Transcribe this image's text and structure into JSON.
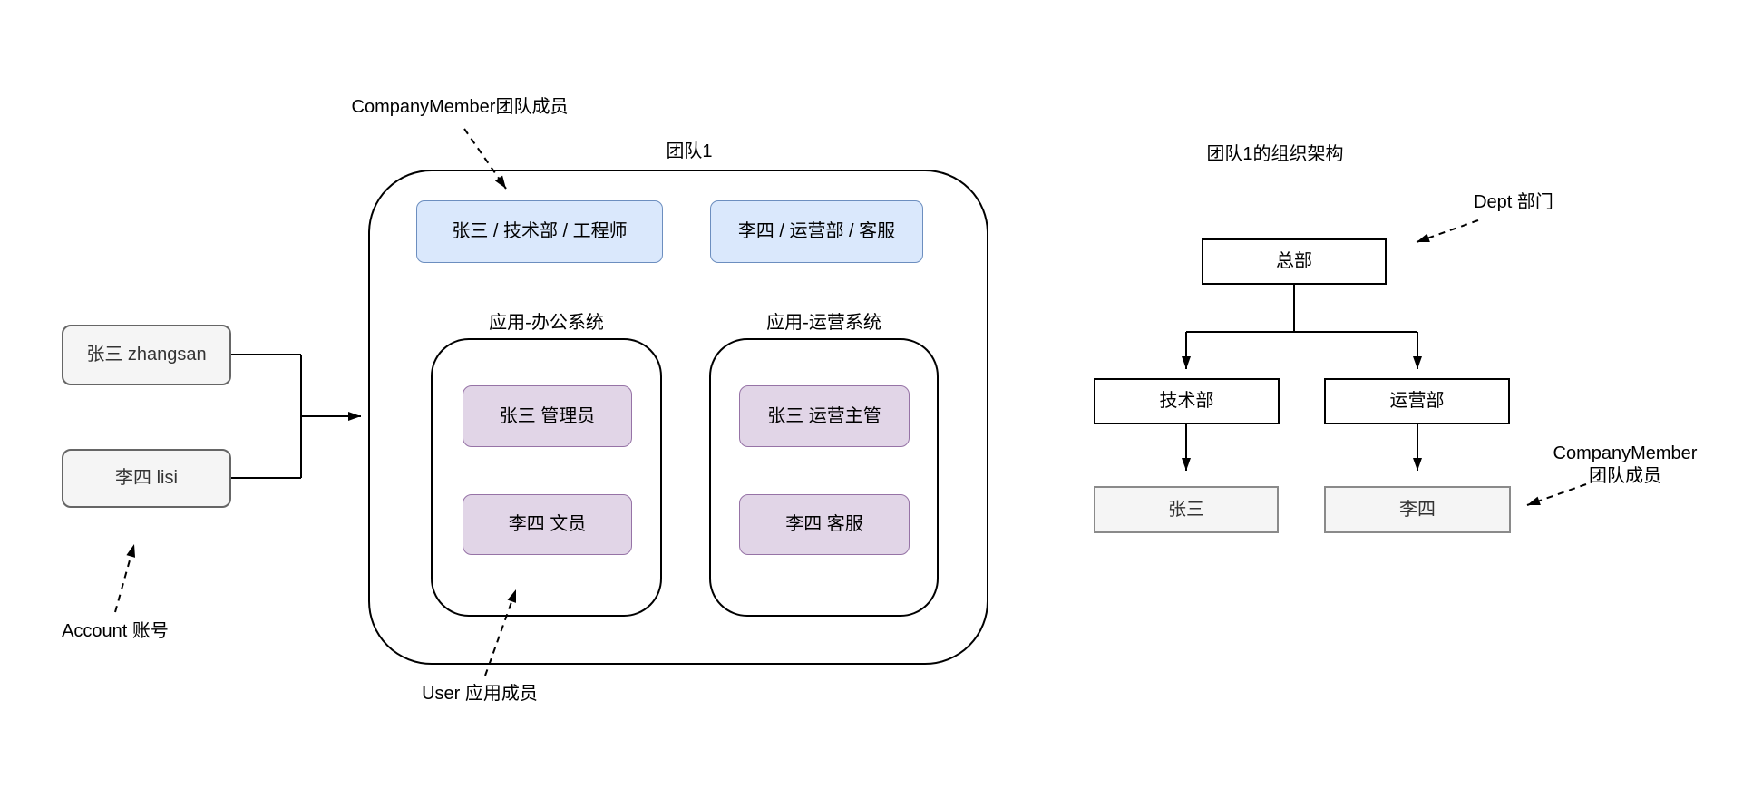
{
  "colors": {
    "blue_fill": "#dae8fc",
    "blue_border": "#6c8ebf",
    "purple_fill": "#e1d5e7",
    "purple_border": "#9673a6",
    "gray_fill": "#f5f5f5",
    "gray_border": "#666666",
    "line": "#000000"
  },
  "accounts": {
    "annotation": "Account 账号",
    "items": [
      "张三 zhangsan",
      "李四 lisi"
    ]
  },
  "team": {
    "title": "团队1",
    "member_annotation": "CompanyMember团队成员",
    "members": [
      "张三  / 技术部 / 工程师",
      "李四 / 运营部 / 客服"
    ],
    "user_annotation": "User 应用成员",
    "apps": [
      {
        "title": "应用-办公系统",
        "users": [
          "张三 管理员",
          "李四 文员"
        ]
      },
      {
        "title": "应用-运营系统",
        "users": [
          "张三 运营主管",
          "李四 客服"
        ]
      }
    ]
  },
  "org": {
    "title": "团队1的组织架构",
    "dept_annotation": "Dept 部门",
    "member_annotation": [
      "CompanyMember",
      "团队成员"
    ],
    "root": "总部",
    "departments": [
      "技术部",
      "运营部"
    ],
    "members": [
      "张三",
      "李四"
    ]
  }
}
